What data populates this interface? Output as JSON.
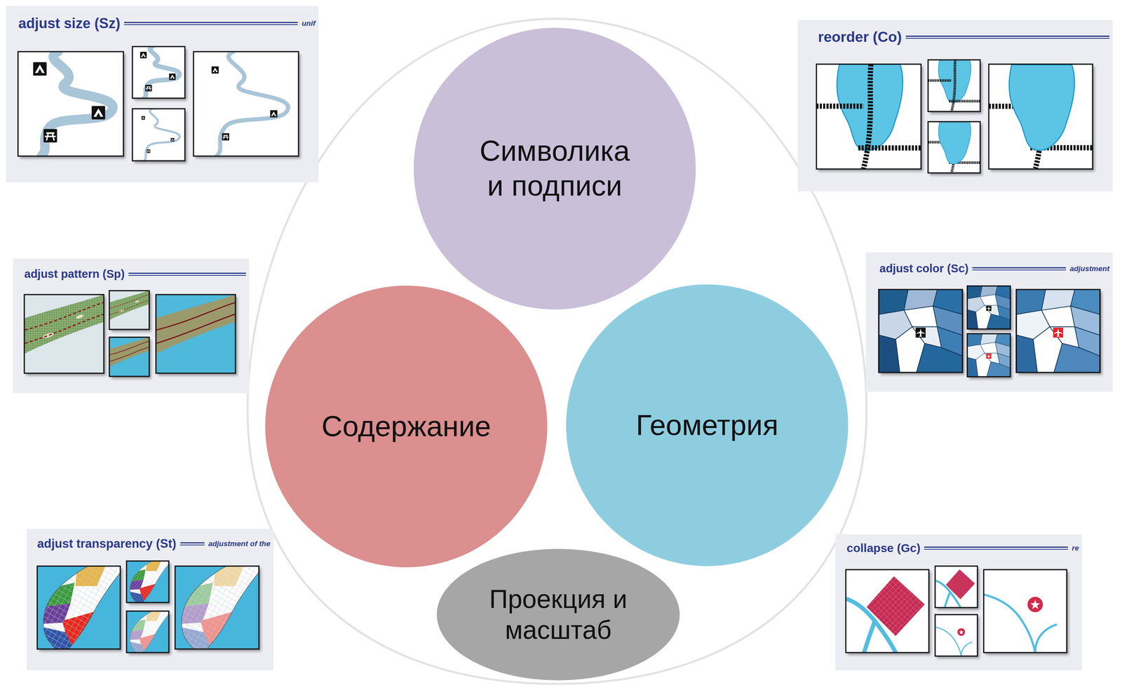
{
  "diagram": {
    "nodes": [
      {
        "text": [
          "adjust size (Sz)",
          "unif"
        ]
      },
      {
        "text": [
          "reorder (Co)"
        ]
      },
      {
        "text": [
          "Символика и подписи"
        ]
      },
      {
        "text": [
          "adjust pattern (Sp)"
        ]
      },
      {
        "text": [
          "adjust color (Sc)",
          "adjustment"
        ]
      },
      {
        "text": [
          "Содержание"
        ]
      },
      {
        "text": [
          "Геометрия"
        ]
      },
      {
        "text": [
          "adjust transparency (St)",
          "adjustment of the"
        ]
      },
      {
        "text": [
          "collapse (Gc)",
          "re"
        ]
      },
      {
        "text": [
          "Проекция и масштаб"
        ]
      }
    ]
  }
}
